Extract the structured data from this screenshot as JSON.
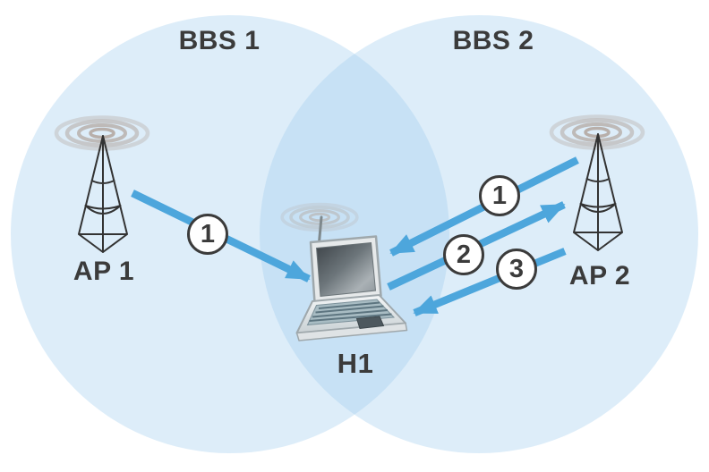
{
  "areas": [
    {
      "label": "BBS 1"
    },
    {
      "label": "BBS 2"
    }
  ],
  "access_points": [
    {
      "label": "AP 1"
    },
    {
      "label": "AP 2"
    }
  ],
  "host": {
    "label": "H1"
  },
  "arrows": [
    {
      "from": "AP 1",
      "to": "H1",
      "badge": "1"
    },
    {
      "from": "AP 2",
      "to": "H1",
      "badge": "1"
    },
    {
      "from": "H1",
      "to": "AP 2",
      "badge": "2"
    },
    {
      "from": "AP 2",
      "to": "H1",
      "badge": "3"
    }
  ],
  "icons": {
    "radio_waves": "radio-waves-icon",
    "antenna_tower": "antenna-tower-icon",
    "laptop": "laptop-icon"
  },
  "colors": {
    "background": "#ffffff",
    "coverage_fill": "rgba(158,204,238,0.35)",
    "arrow": "#4da6dc",
    "text": "#3b3b3b",
    "tower_stroke": "#333333",
    "wave_icon": "#b5aca5"
  }
}
